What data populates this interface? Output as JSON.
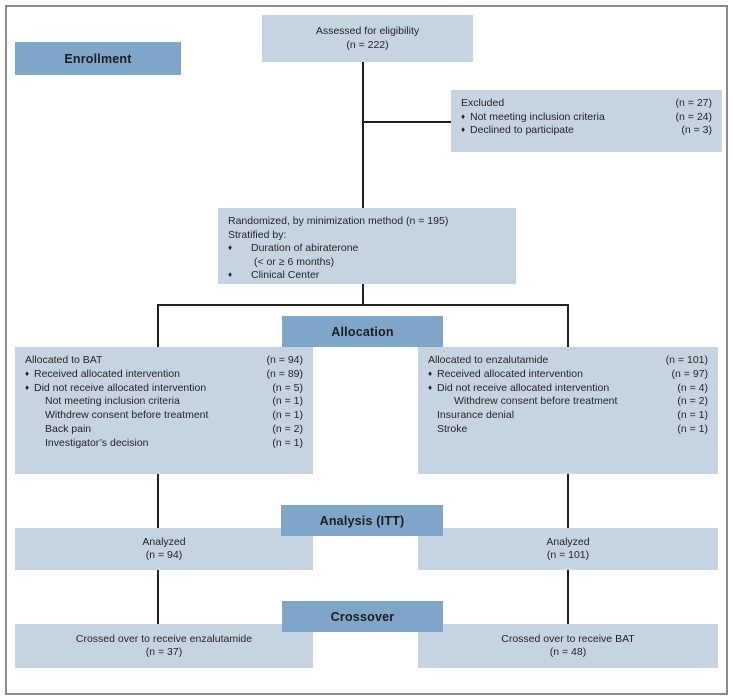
{
  "figure": {
    "type": "consort-flow-diagram",
    "colors": {
      "box_fill": "#c6d4e2",
      "banner_fill": "#7fa6c9",
      "line": "#231f20",
      "frame": "#8a8a8a",
      "text": "#231f20"
    }
  },
  "banners": {
    "enrollment": "Enrollment",
    "allocation": "Allocation",
    "analysis": "Analysis (ITT)",
    "crossover": "Crossover"
  },
  "assessed": {
    "line1": "Assessed for eligibility",
    "line2": "(n = 222)"
  },
  "excluded": {
    "title": "Excluded",
    "title_n": "(n = 27)",
    "items": [
      {
        "label": "Not meeting inclusion criteria",
        "n": "(n = 24)"
      },
      {
        "label": "Declined to participate",
        "n": "(n = 3)"
      }
    ]
  },
  "randomized": {
    "line1": "Randomized, by minimization method (n = 195)",
    "line2": "Stratified by:",
    "items": [
      {
        "label": "Duration of abiraterone",
        "sub": "(< or ≥ 6 months)"
      },
      {
        "label": "Clinical Center",
        "sub": ""
      }
    ]
  },
  "allocation_left": {
    "title": "Allocated to BAT",
    "title_n": "(n = 94)",
    "received": {
      "label": "Received allocated intervention",
      "n": "(n = 89)"
    },
    "not_received": {
      "label": "Did not receive allocated intervention",
      "n": "(n = 5)"
    },
    "reasons": [
      {
        "label": "Not meeting inclusion criteria",
        "n": "(n = 1)"
      },
      {
        "label": "Withdrew consent before treatment",
        "n": "(n = 1)"
      },
      {
        "label": "Back pain",
        "n": "(n = 2)"
      },
      {
        "label": "Investigator’s decision",
        "n": "(n = 1)"
      }
    ]
  },
  "allocation_right": {
    "title": "Allocated to enzalutamide",
    "title_n": "(n = 101)",
    "received": {
      "label": "Received allocated intervention",
      "n": "(n = 97)"
    },
    "not_received": {
      "label": "Did not receive allocated intervention",
      "n": "(n = 4)"
    },
    "reasons": [
      {
        "label": "Withdrew consent before treatment",
        "n": "(n = 2)"
      },
      {
        "label": "Insurance denial",
        "n": "(n = 1)"
      },
      {
        "label": "Stroke",
        "n": "(n = 1)"
      }
    ]
  },
  "analysis_left": {
    "line1": "Analyzed",
    "line2": "(n = 94)"
  },
  "analysis_right": {
    "line1": "Analyzed",
    "line2": "(n = 101)"
  },
  "crossover_left": {
    "line1": "Crossed over to receive enzalutamide",
    "line2": "(n = 37)"
  },
  "crossover_right": {
    "line1": "Crossed over to receive BAT",
    "line2": "(n = 48)"
  }
}
